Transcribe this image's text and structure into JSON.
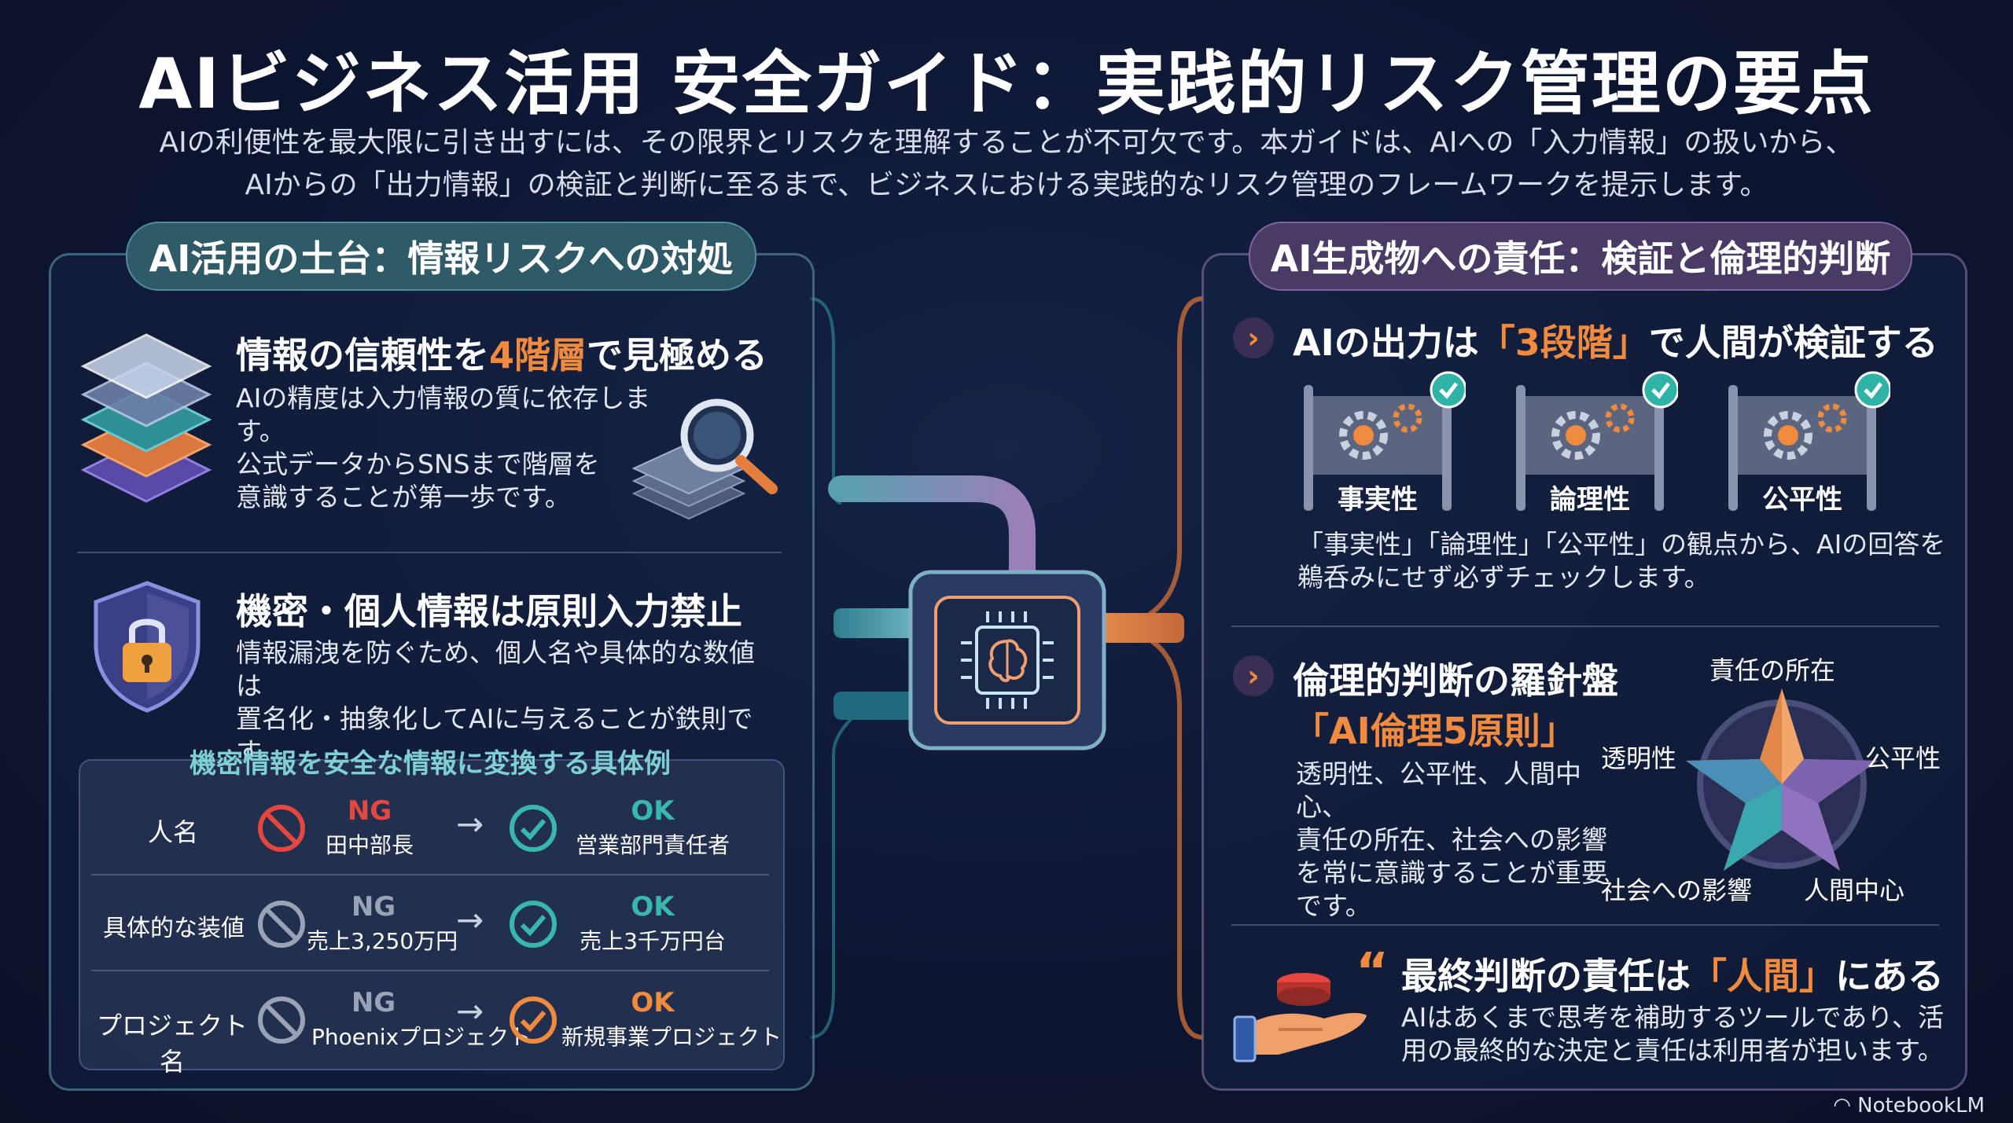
{
  "header": {
    "title": "AIビジネス活用 安全ガイド：実践的リスク管理の要点",
    "subtitle_line1": "AIの利便性を最大限に引き出すには、その限界とリスクを理解することが不可欠です。本ガイドは、AIへの「入力情報」の扱いから、",
    "subtitle_line2": "AIからの「出力情報」の検証と判断に至るまで、ビジネスにおける実践的なリスク管理のフレームワークを提示します。"
  },
  "left": {
    "pill": "AI活用の土台：情報リスクへの対処",
    "section1": {
      "heading_pre": "情報の信頼性を",
      "heading_accent": "4階層",
      "heading_post": "で見極める",
      "lines": [
        "AIの精度は入力情報の質に依存します。",
        "公式データからSNSまで階層を",
        "意識することが第一歩です。"
      ],
      "icons": [
        "layers-icon",
        "magnifier-icon"
      ]
    },
    "section2": {
      "heading": "機密・個人情報は原則入力禁止",
      "lines": [
        "情報漏洩を防ぐため、個人名や具体的な数値は",
        "置名化・抽象化してAIに与えることが鉄則です。"
      ],
      "icon": "shield-lock-icon"
    },
    "conversion": {
      "title": "機密情報を安全な情報に変換する具体例",
      "rows": [
        {
          "label": "人名",
          "ng": "NG",
          "ng_value": "田中部長",
          "ok": "OK",
          "ok_value": "営業部門責任者"
        },
        {
          "label": "具体的な装値",
          "ng": "NG",
          "ng_value": "売上3,250万円",
          "ok": "OK",
          "ok_value": "売上3千万円台"
        },
        {
          "label": "プロジェクト名",
          "ng": "NG",
          "ng_value": "Phoenixプロジェクト",
          "ok": "OK",
          "ok_value": "新規事業プロジェクト"
        }
      ],
      "colors": {
        "ng_red": "#e5463f",
        "ok_teal": "#39b7ad",
        "ok_orange": "#f08a3e"
      }
    }
  },
  "right": {
    "pill": "AI生成物への責任：検証と倫理的判断",
    "verify": {
      "heading_pre": "AIの出力は",
      "heading_accent": "「3段階」",
      "heading_post": "で人間が検証する",
      "flags": [
        "事実性",
        "論理性",
        "公平性"
      ],
      "lines": [
        "「事実性」「論理性」「公平性」の観点から、AIの回答を",
        "鵜呑みにせず必ずチェックします。"
      ]
    },
    "ethics": {
      "heading": "倫理的判断の羅針盤",
      "heading_accent": "「AI倫理5原則」",
      "lines": [
        "透明性、公平性、人間中心、",
        "責任の所在、社会への影響",
        "を常に意識することが重要",
        "です。"
      ],
      "star_labels": {
        "top": "責任の所在",
        "left": "透明性",
        "right": "公平性",
        "bottom_left": "社会への影響",
        "bottom_right": "人間中心"
      }
    },
    "final": {
      "quote_mark": "“",
      "heading_pre": "最終判断の責任は",
      "heading_accent": "「人間」",
      "heading_post": "にある",
      "lines": [
        "AIはあくまで思考を補助するツールであり、活",
        "用の最終的な決定と責任は利用者が担います。"
      ],
      "icon": "hand-button-icon"
    }
  },
  "center_icon": "ai-chip-icon",
  "brand": "NotebookLM"
}
